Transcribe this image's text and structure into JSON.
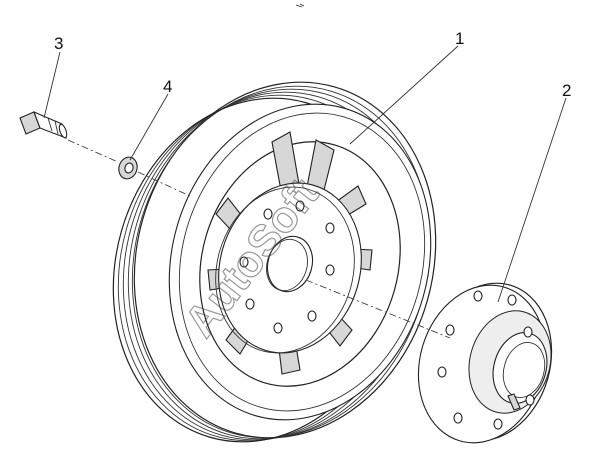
{
  "callouts": [
    {
      "id": "1",
      "label": "1"
    },
    {
      "id": "2",
      "label": "2"
    },
    {
      "id": "3",
      "label": "3"
    },
    {
      "id": "4",
      "label": "4"
    }
  ],
  "watermark": "AutoSoft",
  "colors": {
    "line": "#222222",
    "fill": "#d7d7d7",
    "background": "#ffffff"
  }
}
